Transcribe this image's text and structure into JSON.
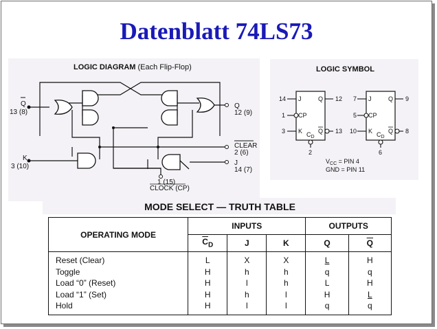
{
  "title": "Datenblatt 74LS73",
  "logic_diagram": {
    "title": "LOGIC DIAGRAM",
    "subtitle": "(Each Flip-Flop)",
    "pin_q_bar": "Q",
    "pin_q_bar_num": "13 (8)",
    "pin_q": "Q",
    "pin_q_num": "12 (9)",
    "pin_k": "K",
    "pin_k_num": "3 (10)",
    "pin_clear": "CLEAR",
    "pin_clear_num": "2 (6)",
    "pin_j": "J",
    "pin_j_num": "14 (7)",
    "pin_clock_num": "1 (15)",
    "pin_clock": "CLOCK (CP)"
  },
  "logic_symbol": {
    "title": "LOGIC SYMBOL",
    "ff1": {
      "j_pin": "14",
      "cp_pin": "1",
      "k_pin": "3",
      "q_pin": "12",
      "qbar_pin": "13",
      "cd_pin": "2"
    },
    "ff2": {
      "j_pin": "7",
      "cp_pin": "5",
      "k_pin": "10",
      "q_pin": "9",
      "qbar_pin": "8",
      "cd_pin": "6"
    },
    "label_j": "J",
    "label_cp": "CP",
    "label_k": "K",
    "label_q": "Q",
    "label_cd": "C",
    "label_cd_sub": "D",
    "vcc": "V",
    "vcc_sub": "CC",
    "vcc_pin": " = PIN 4",
    "gnd": "GND = PIN 11"
  },
  "truth_table": {
    "title": "MODE SELECT — TRUTH TABLE",
    "header_mode": "OPERATING MODE",
    "header_inputs": "INPUTS",
    "header_outputs": "OUTPUTS",
    "col_cd": "C",
    "col_cd_sub": "D",
    "col_j": "J",
    "col_k": "K",
    "col_q": "Q",
    "col_qbar": "Q",
    "modes": [
      "Reset (Clear)",
      "Toggle",
      "Load “0” (Reset)",
      "Load “1” (Set)",
      "Hold"
    ],
    "cd": [
      "L",
      "H",
      "H",
      "H",
      "H"
    ],
    "j": [
      "X",
      "h",
      "l",
      "h",
      "l"
    ],
    "k": [
      "X",
      "h",
      "h",
      "l",
      "l"
    ],
    "q": [
      "L",
      "q",
      "L",
      "H",
      "q"
    ],
    "qbar": [
      "H",
      "q",
      "H",
      "L",
      "q"
    ]
  }
}
